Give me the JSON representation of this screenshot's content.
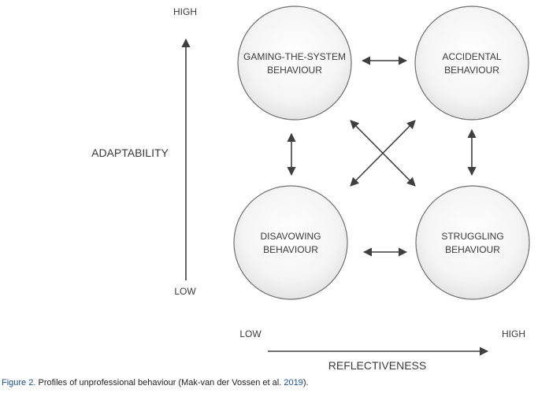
{
  "axes": {
    "y_high": "HIGH",
    "y_low": "LOW",
    "y_title": "ADAPTABILITY",
    "x_low": "LOW",
    "x_high": "HIGH",
    "x_title": "REFLECTIVENESS"
  },
  "nodes": {
    "gaming": {
      "line1": "GAMING-THE-SYSTEM",
      "line2": "BEHAVIOUR"
    },
    "accidental": {
      "line1": "ACCIDENTAL",
      "line2": "BEHAVIOUR"
    },
    "disavowing": {
      "line1": "DISAVOWING",
      "line2": "BEHAVIOUR"
    },
    "struggling": {
      "line1": "STRUGGLING",
      "line2": "BEHAVIOUR"
    }
  },
  "caption": {
    "figure_label": "Figure 2.",
    "text": "Profiles of unprofessional behaviour (Mak-van der Vossen et al. ",
    "year": "2019",
    "end": ")."
  },
  "colors": {
    "arrow": "#3f3f3f",
    "circle_stroke": "#6f6f6f",
    "figure_label": "#1a4f8b"
  }
}
